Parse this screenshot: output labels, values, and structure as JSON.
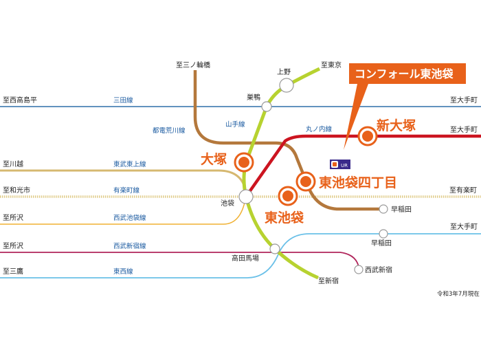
{
  "title_callout": "コンフォール東池袋",
  "date_note": "令和3年7月現在",
  "colors": {
    "marunouchi": "#cc1420",
    "yamanote": "#b7d230",
    "toden": "#b4783c",
    "mita": "#2e6ea8",
    "yurakucho": "#d8c070",
    "tobu_tojo": "#d6b870",
    "seibu_ikebukuro": "#f0b030",
    "seibu_shinjuku": "#b0245a",
    "tozai": "#6ac0e8",
    "highlight": "#e8611a",
    "callout": "#e8611a"
  },
  "stations": {
    "ueno": "上野",
    "sugamo": "巣鴨",
    "otsuka": "大塚",
    "shin_otsuka": "新大塚",
    "higashi_ikebukuro_4": "東池袋四丁目",
    "higashi_ikebukuro": "東池袋",
    "ikebukuro": "池袋",
    "takadanobaba": "高田馬場",
    "waseda_toden": "早稲田",
    "waseda_tozai": "早稲田",
    "seibu_shinjuku": "西武新宿"
  },
  "destinations": {
    "minowa": "至三ノ輪橋",
    "tokyo": "至東京",
    "nishitakashimadaira": "至西高島平",
    "otemachi_mita": "至大手町",
    "otemachi_marunouchi": "至大手町",
    "kawagoe": "至川越",
    "wakoshi": "至和光市",
    "yurakucho": "至有楽町",
    "tokorozawa_ikebukuro": "至所沢",
    "tokorozawa_shinjuku": "至所沢",
    "mitaka": "至三鷹",
    "shinjuku": "至新宿",
    "otemachi_tozai": "至大手町"
  },
  "lines": {
    "mita": "三田線",
    "toden": "都電荒川線",
    "yamanote": "山手線",
    "marunouchi": "丸ノ内線",
    "tobu_tojo": "東武東上線",
    "yurakucho": "有楽町線",
    "seibu_ikebukuro": "西武池袋線",
    "seibu_shinjuku": "西武新宿線",
    "tozai": "東西線"
  },
  "ur_logo_text": "UR"
}
